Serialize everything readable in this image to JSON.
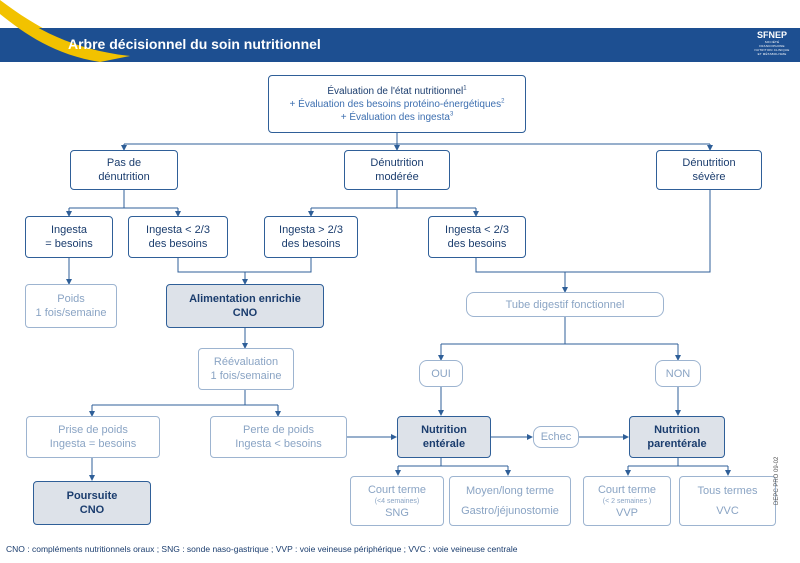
{
  "header": {
    "title": "Arbre décisionnel du soin nutritionnel",
    "logo_text": "SFNEP",
    "logo_subtext": "SOCIÉTÉ FRANCOPHONE NUTRITION CLINIQUE ET MÉTABOLISME",
    "bar_color": "#1d4f91",
    "swoosh_color": "#f2c200"
  },
  "nodes": {
    "evaluation": {
      "line1": "Évaluation de l'état nutritionnel",
      "sup1": "1",
      "line2": "+ Évaluation des besoins protéino-énergétiques",
      "sup2": "2",
      "line3": "+ Évaluation des ingesta",
      "sup3": "3"
    },
    "pas_denutrition": {
      "line1": "Pas de",
      "line2": "dénutrition"
    },
    "denutrition_moderee": {
      "line1": "Dénutrition",
      "line2": "modérée"
    },
    "denutrition_severe": {
      "line1": "Dénutrition",
      "line2": "sévère"
    },
    "ingesta_egal": {
      "line1": "Ingesta",
      "line2": "= besoins"
    },
    "ingesta_inf_a": {
      "line1": "Ingesta < 2/3",
      "line2": "des besoins"
    },
    "ingesta_sup": {
      "line1": "Ingesta > 2/3",
      "line2": "des besoins"
    },
    "ingesta_inf_b": {
      "line1": "Ingesta < 2/3",
      "line2": "des besoins"
    },
    "poids": {
      "line1": "Poids",
      "line2": "1 fois/semaine"
    },
    "alimentation": {
      "line1": "Alimentation enrichie",
      "line2": "CNO"
    },
    "tube_digestif": {
      "line1": "Tube digestif fonctionnel"
    },
    "reevaluation": {
      "line1": "Réévaluation",
      "line2": "1 fois/semaine"
    },
    "oui": {
      "line1": "OUI"
    },
    "non": {
      "line1": "NON"
    },
    "prise_poids": {
      "line1": "Prise de poids",
      "line2": "Ingesta = besoins"
    },
    "perte_poids": {
      "line1": "Perte de poids",
      "line2": "Ingesta < besoins"
    },
    "nutrition_enterale": {
      "line1": "Nutrition",
      "line2": "entérale"
    },
    "echec": {
      "line1": "Echec"
    },
    "nutrition_parenterale": {
      "line1": "Nutrition",
      "line2": "parentérale"
    },
    "poursuite": {
      "line1": "Poursuite",
      "line2": "CNO"
    },
    "court_terme_a": {
      "line1": "Court terme",
      "small": "(<4 semaines)",
      "line2": "SNG"
    },
    "moyen_long": {
      "line1": "Moyen/long terme",
      "line2": "Gastro/jéjunostomie"
    },
    "court_terme_b": {
      "line1": "Court terme",
      "small": "(< 2 semaines )",
      "line2": "VVP"
    },
    "tous_termes": {
      "line1": "Tous termes",
      "line2": "VVC"
    }
  },
  "footnote": "CNO : compléments nutritionnels oraux ; SNG : sonde naso-gastrique ; VVP : voie veineuse périphérique ; VVC : voie veineuse centrale",
  "doc_ref": "DEPC PRO 09-02"
}
